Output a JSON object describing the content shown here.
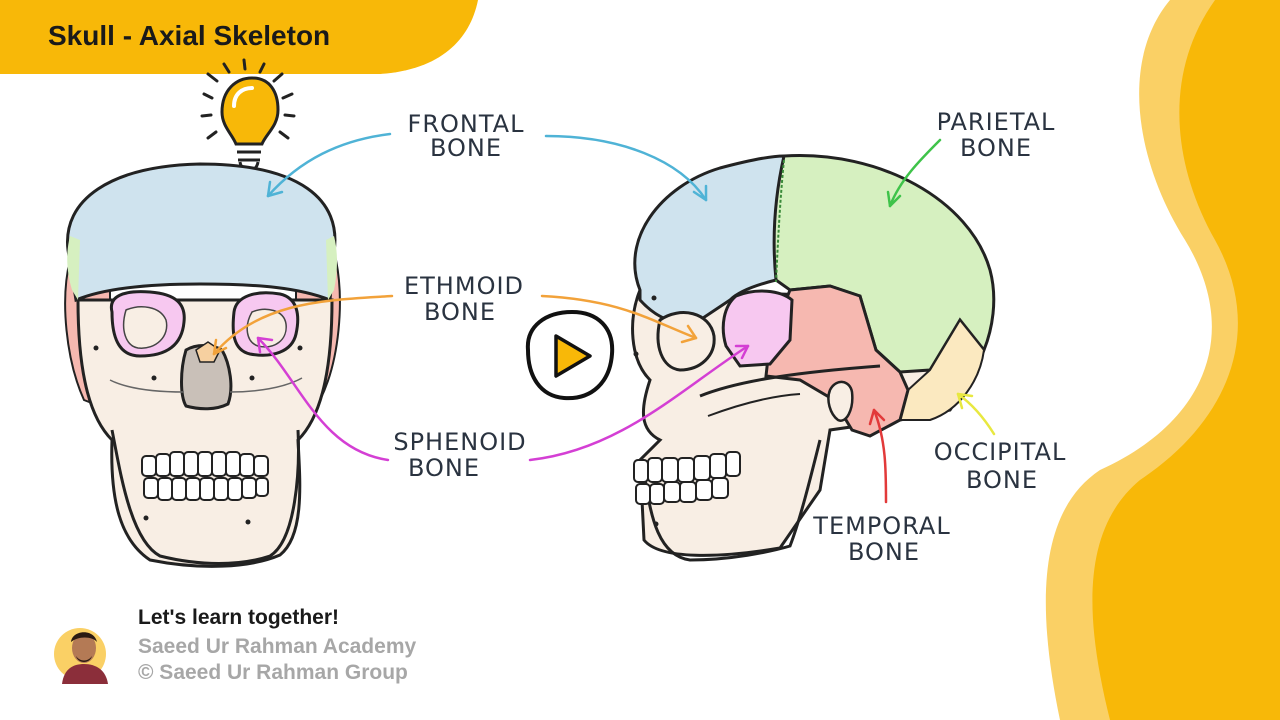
{
  "header": {
    "title": "Skull - Axial Skeleton"
  },
  "labels": {
    "frontal": [
      "FRONTAL",
      "BONE"
    ],
    "ethmoid": [
      "ETHMOID",
      "BONE"
    ],
    "sphenoid": [
      "SPHENOID",
      "BONE"
    ],
    "parietal": [
      "PARIETAL",
      "BONE"
    ],
    "occipital": [
      "OCCIPITAL",
      "BONE"
    ],
    "temporal": [
      "TEMPORAL",
      "BONE"
    ]
  },
  "footer": {
    "tagline": "Let's learn together!",
    "academy": "Saeed Ur Rahman Academy",
    "copyright": "© Saeed Ur Rahman Group"
  },
  "colors": {
    "brand_yellow": "#F8B808",
    "frontal": "#CFE3EE",
    "parietal": "#D6F0C0",
    "sphenoid": "#F7C8F0",
    "temporal": "#F6B8B0",
    "occipital": "#FBE9C0",
    "bone_base": "#F8EEE4",
    "arrow_blue": "#4FB3D6",
    "arrow_green": "#3FC34A",
    "arrow_orange": "#F2A23A",
    "arrow_magenta": "#D43FD4",
    "arrow_yellow": "#E8E840",
    "arrow_red": "#E23A3A"
  },
  "icons": {
    "idea": "lightbulb-icon",
    "play": "play-icon"
  }
}
